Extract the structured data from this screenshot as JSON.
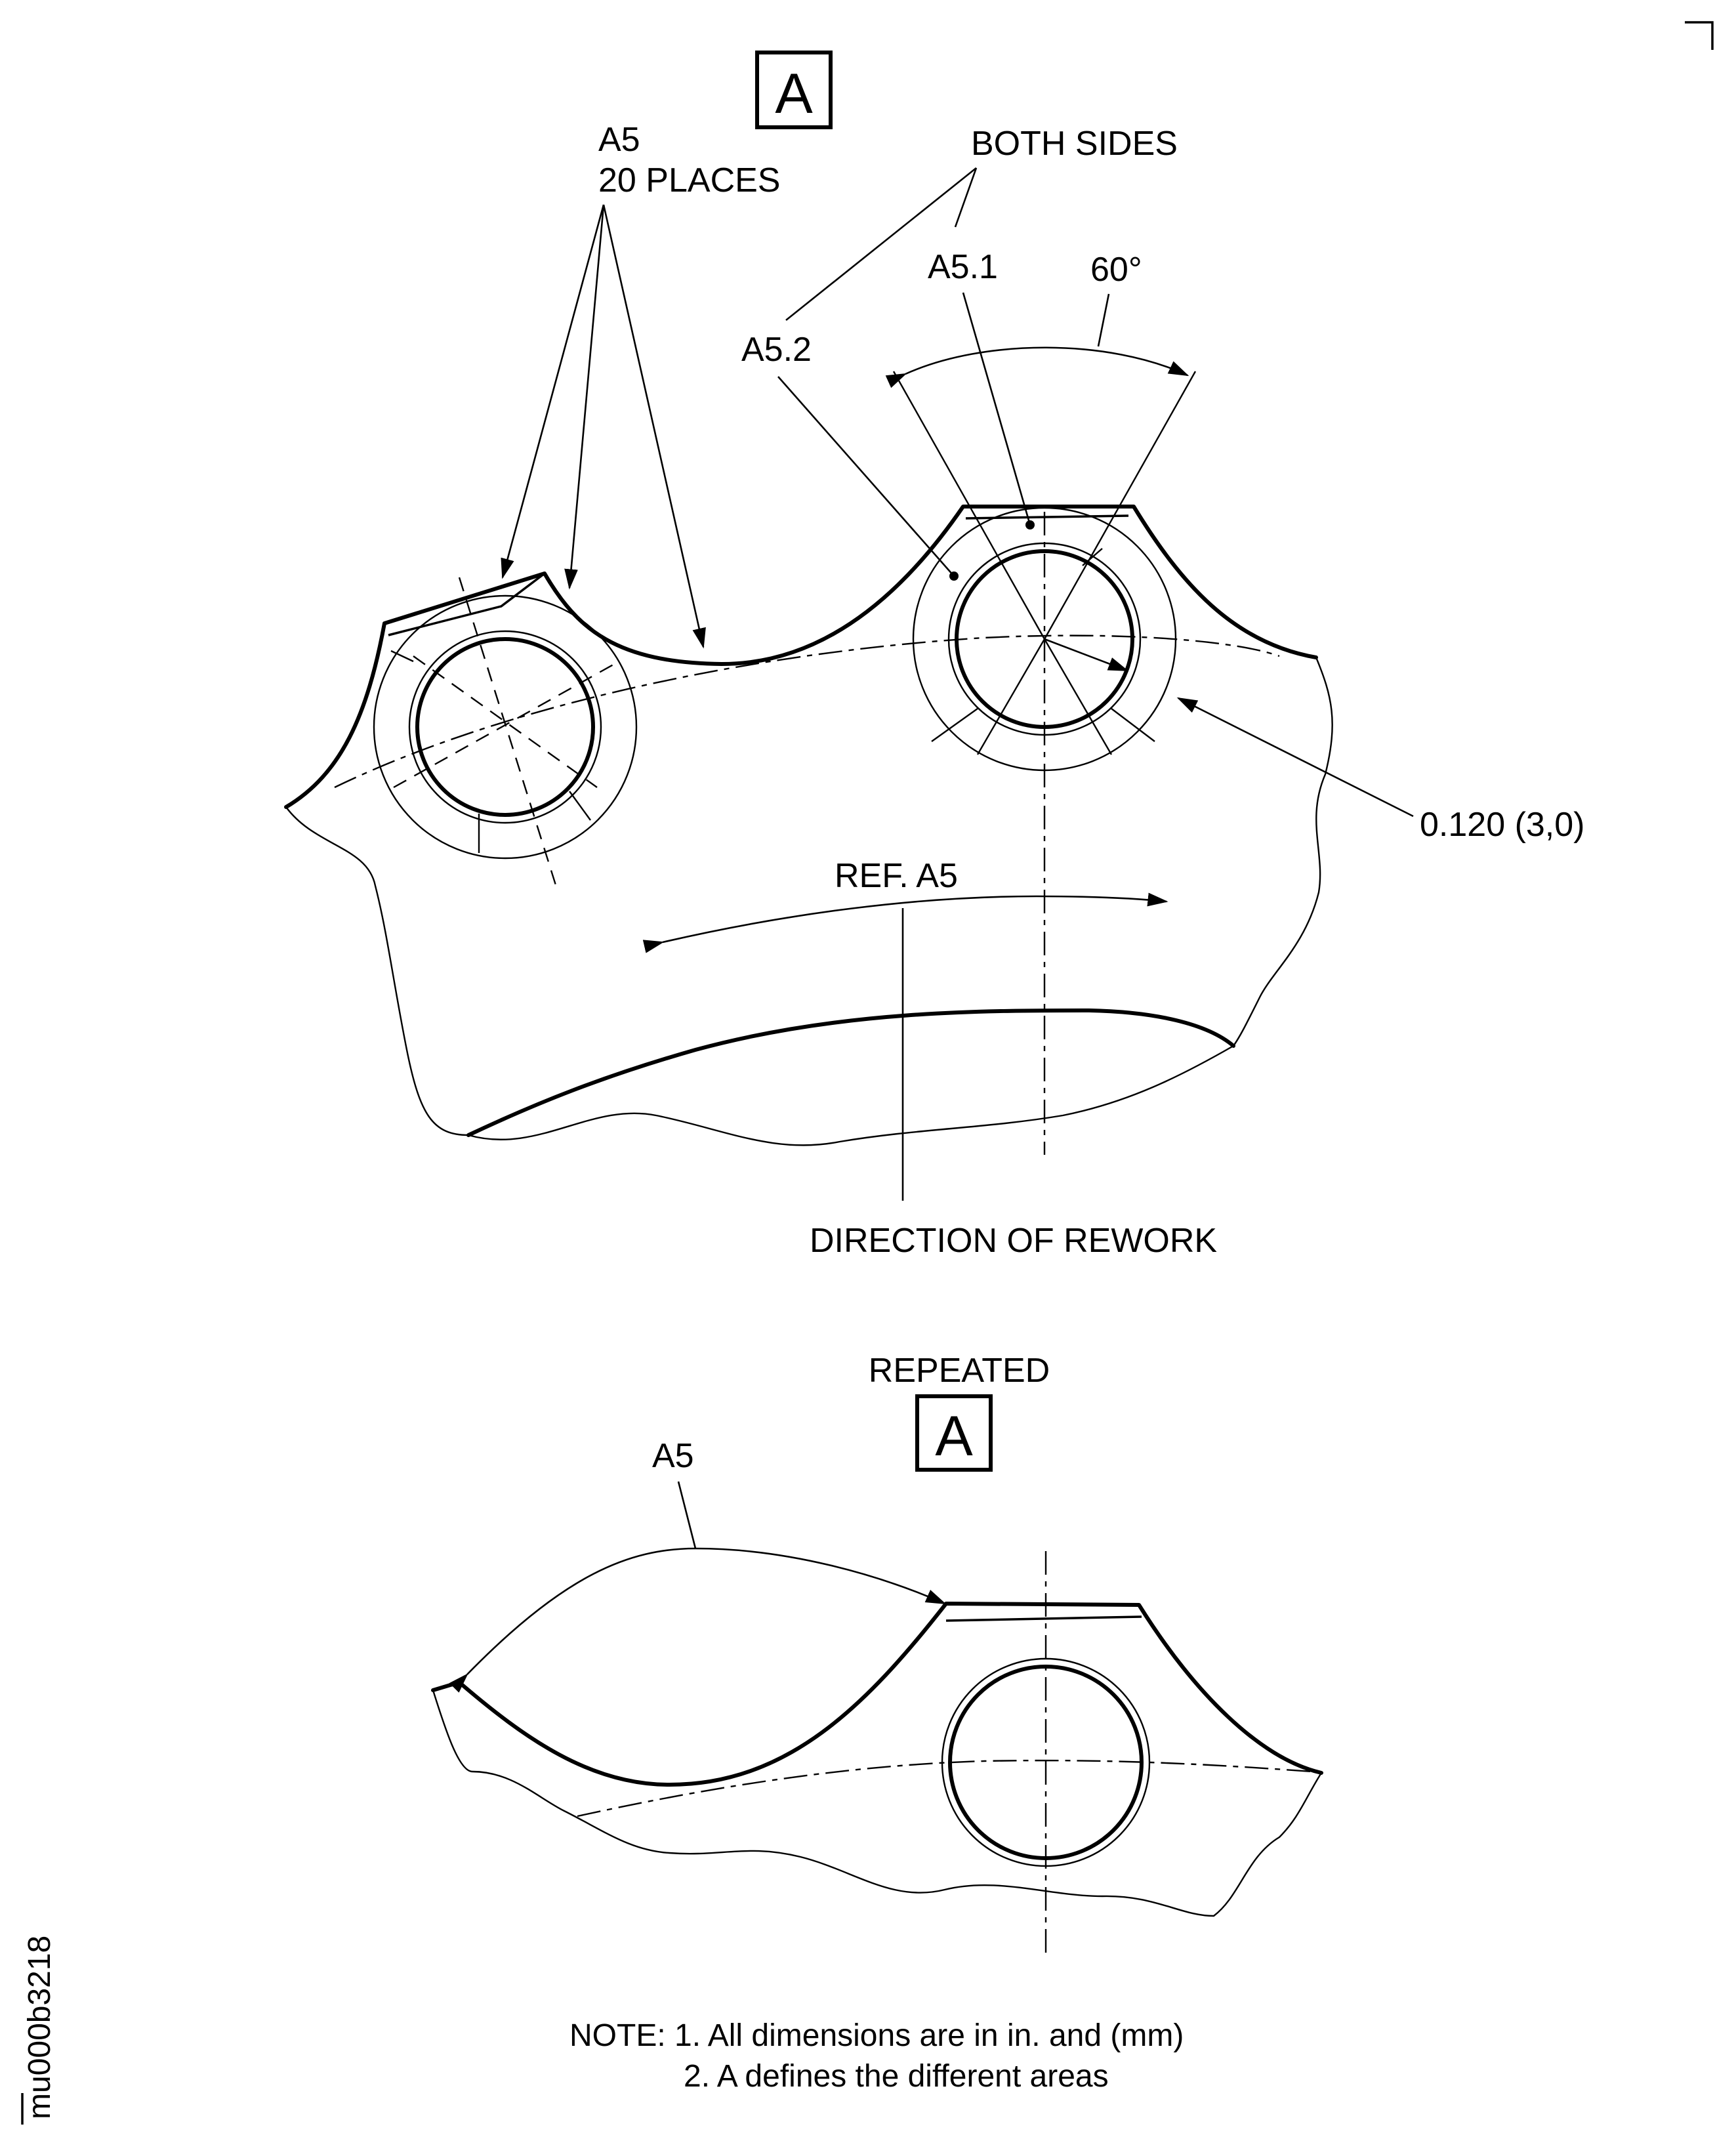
{
  "view_a": {
    "box_label": "A",
    "callout_a5": {
      "line1": "A5",
      "line2": "20 PLACES"
    },
    "both_sides": "BOTH SIDES",
    "a5_1": "A5.1",
    "a5_2": "A5.2",
    "angle": "60°",
    "dimension": "0.120 (3,0)",
    "ref_a5": "REF. A5",
    "direction": "DIRECTION OF REWORK"
  },
  "view_repeated": {
    "title": "REPEATED",
    "box_label": "A",
    "a5": "A5"
  },
  "notes": {
    "line1": "NOTE: 1. All dimensions are in in. and (mm)",
    "line2": "2. A defines the different areas"
  },
  "figure_id": "mu000b3218"
}
